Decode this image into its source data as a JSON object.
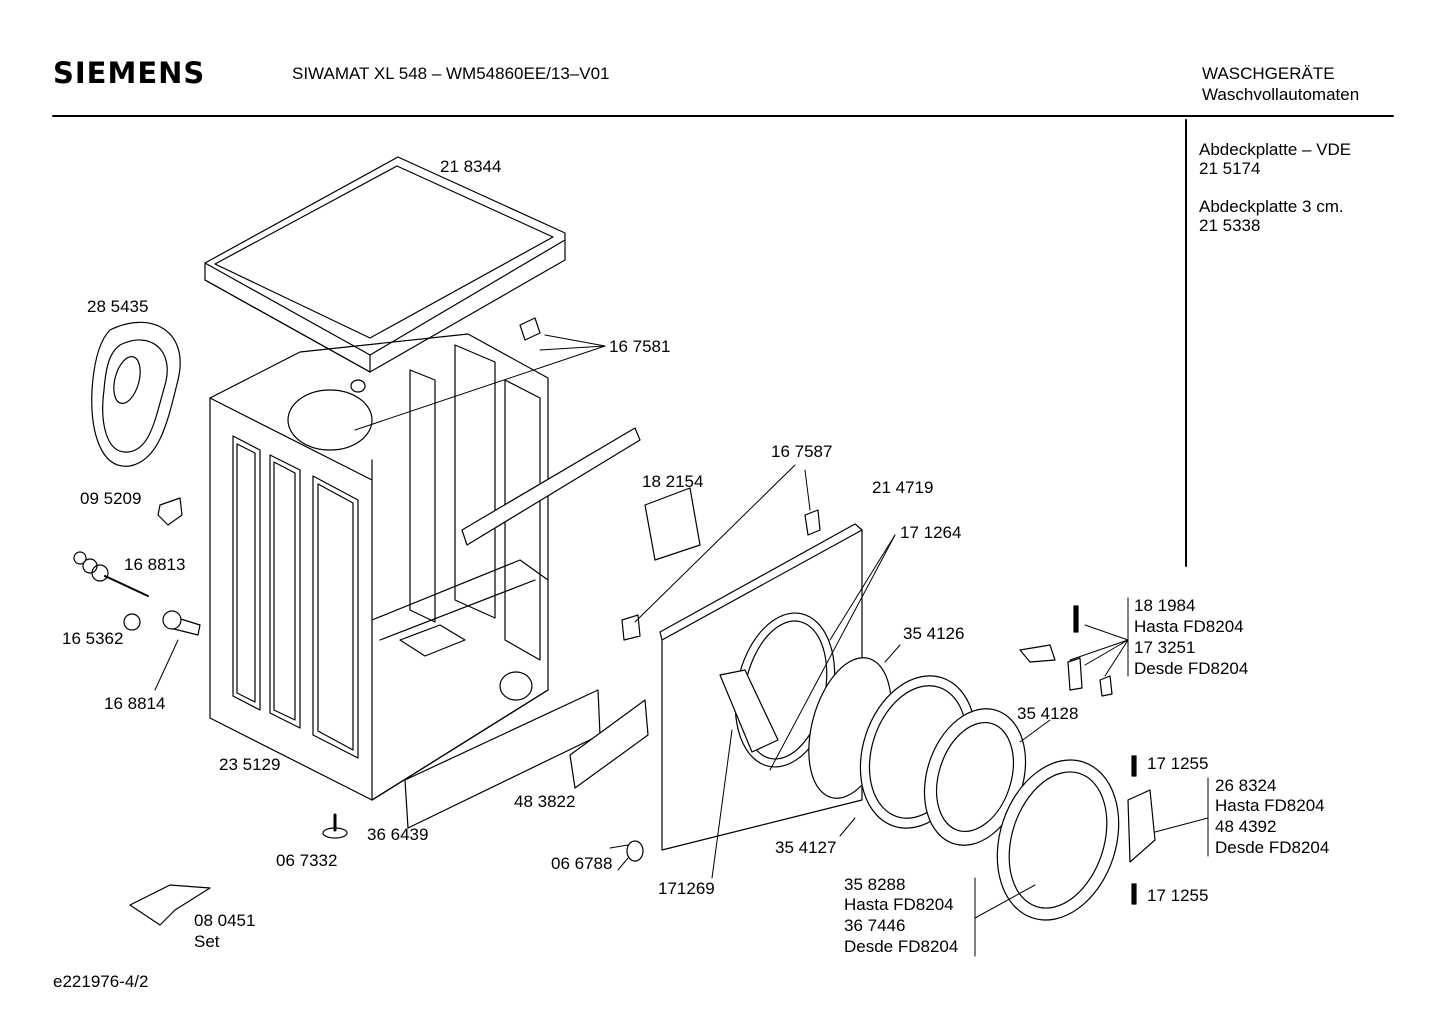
{
  "header": {
    "brand": "SIEMENS",
    "model": "SIWAMAT XL 548 – WM54860EE/13–V01",
    "category": "WASCHGERÄTE",
    "subcategory": "Waschvollautomaten"
  },
  "side_notes": [
    {
      "name": "Abdeckplatte – VDE",
      "number": "21 5174"
    },
    {
      "name": "Abdeckplatte 3 cm.",
      "number": "21 5338"
    }
  ],
  "part_labels": {
    "p218344": "21 8344",
    "p285435": "28 5435",
    "p167581": "16 7581",
    "p095209": "09 5209",
    "p168813": "16 8813",
    "p165362": "16 5362",
    "p168814": "16 8814",
    "p235129": "23 5129",
    "p182154": "18 2154",
    "p167587": "16 7587",
    "p214719": "21 4719",
    "p171264": "17 1264",
    "p354126": "35 4126",
    "p354128": "35 4128",
    "p483822": "48 3822",
    "p366439": "36 6439",
    "p067332": "06 7332",
    "p066788": "06 6788",
    "p354127": "35 4127",
    "p171269": "171269",
    "p080451": "08 0451",
    "set": "Set",
    "p171255a": "17 1255",
    "p171255b": "17 1255"
  },
  "groups": {
    "lock": [
      "18 1984",
      "Hasta FD8204",
      "17 3251",
      "Desde FD8204"
    ],
    "hinge": [
      "26 8324",
      "Hasta FD8204",
      "48 4392",
      "Desde FD8204"
    ],
    "ring": [
      "35 8288",
      "Hasta FD8204",
      "36 7446",
      "Desde FD8204"
    ]
  },
  "footer": {
    "code": "e221976-4/2"
  }
}
